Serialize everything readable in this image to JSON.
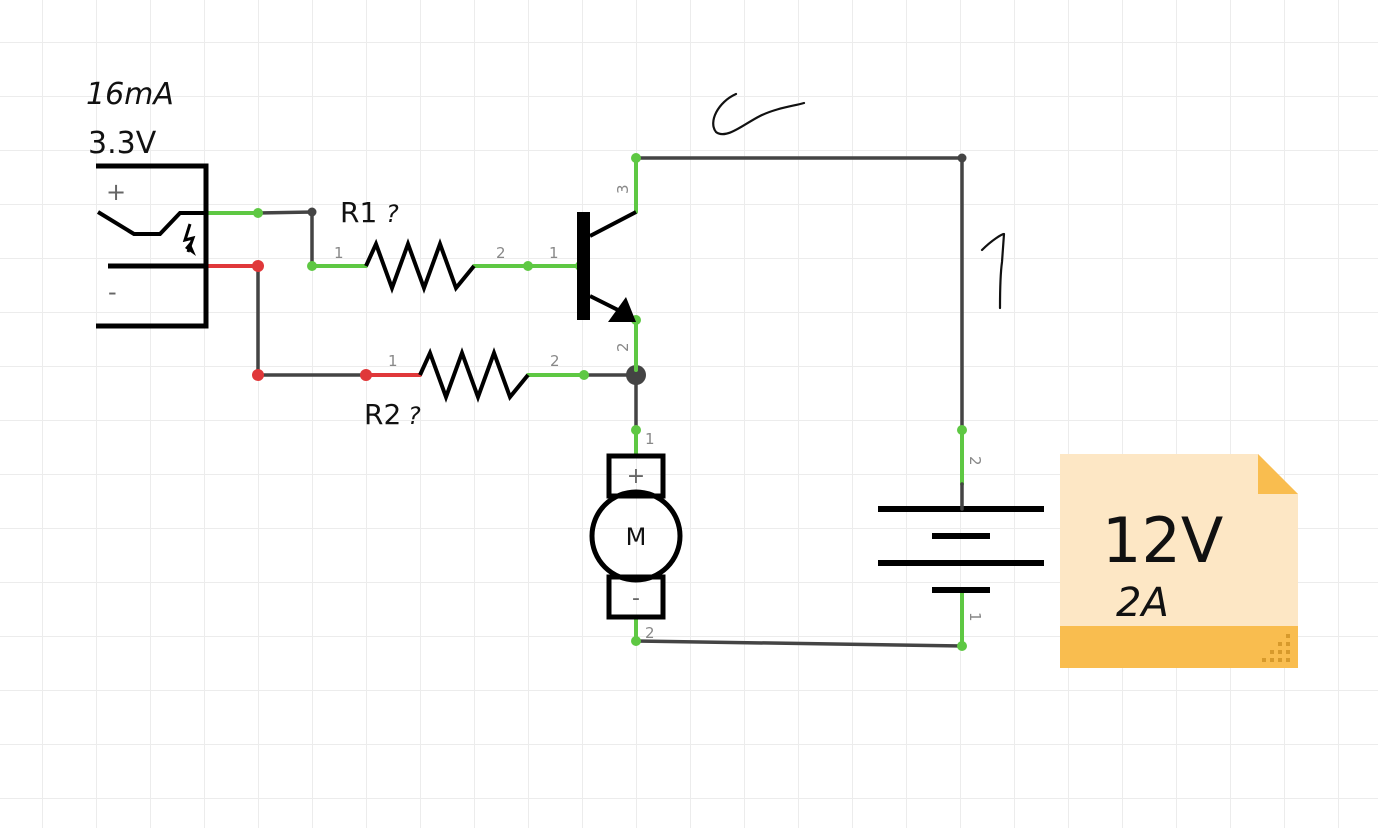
{
  "source": {
    "voltage_label": "3.3V",
    "current_note": "16mA",
    "plus_sign": "+",
    "minus_sign": "-"
  },
  "resistors": [
    {
      "name": "R1",
      "mark": "?",
      "pin1": "1",
      "pin2": "2"
    },
    {
      "name": "R2",
      "mark": "?",
      "pin1": "1",
      "pin2": "2"
    }
  ],
  "transistor": {
    "base_pin": "1",
    "emitter_pin": "2",
    "collector_pin": "3"
  },
  "motor": {
    "label": "M",
    "plus_sign": "+",
    "minus_sign": "-",
    "pin1": "1",
    "pin2": "2"
  },
  "battery": {
    "pin1": "1",
    "pin2": "2"
  },
  "note": {
    "voltage": "12V",
    "current": "2A",
    "colors": {
      "body": "#fde7c5",
      "band": "#f9bd4f",
      "fold": "#f9bd4f"
    }
  },
  "wire_colors": {
    "default": "#444444",
    "positive": "#5ec843",
    "negative": "#e0383a"
  }
}
